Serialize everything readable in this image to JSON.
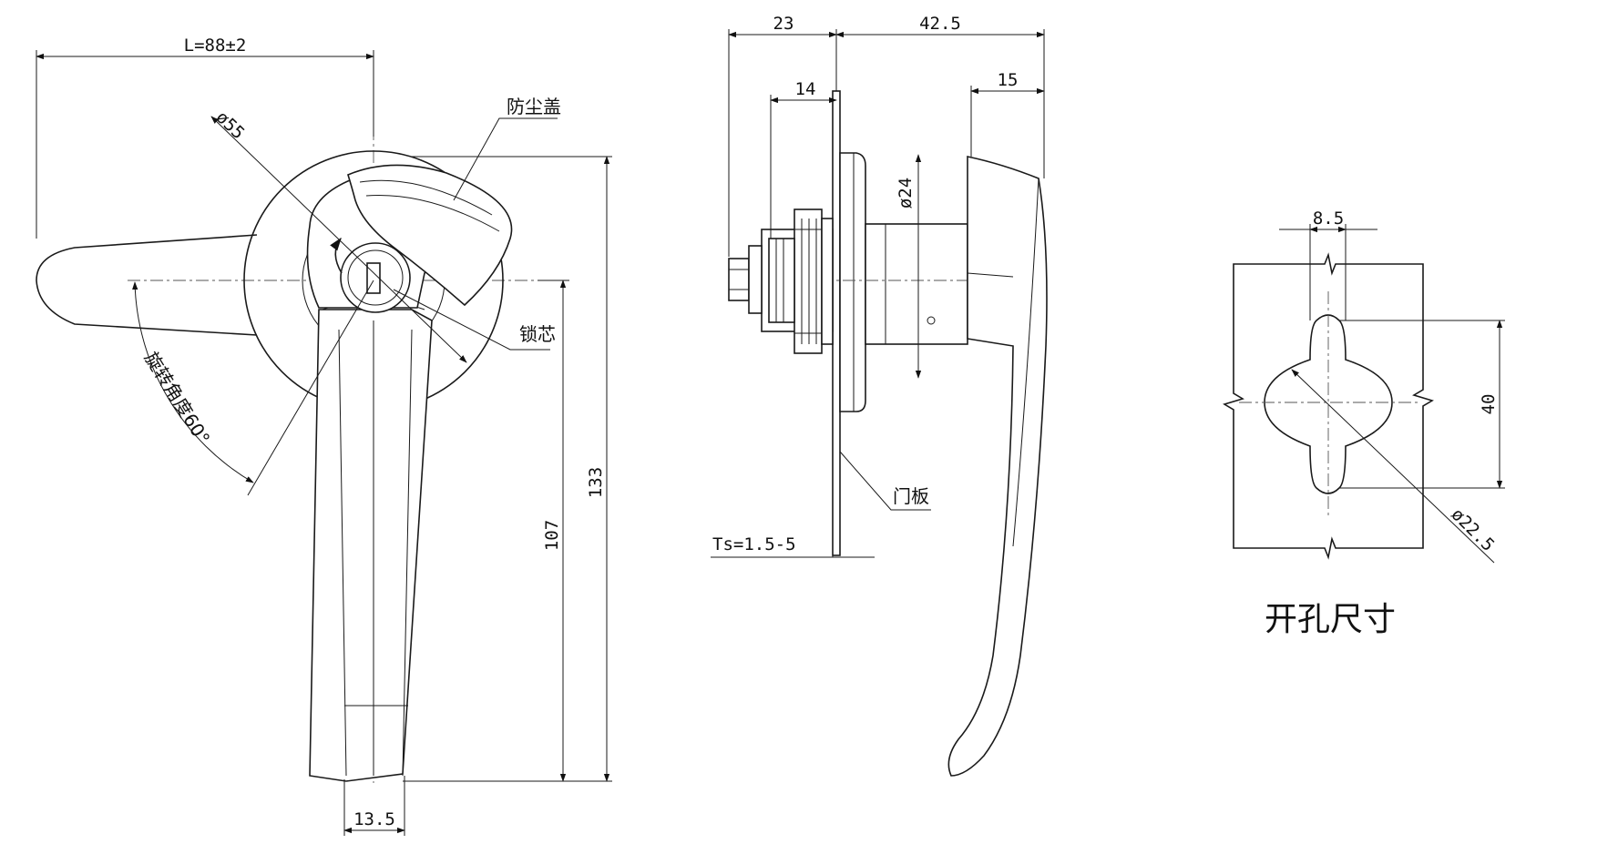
{
  "front_view": {
    "overall_length": "L=88±2",
    "cover_diameter": "ø55",
    "dust_cover_label": "防尘盖",
    "lock_core_label": "锁芯",
    "rotation_label": "旋转角度60°",
    "total_height": "133",
    "handle_height": "107",
    "handle_width": "13.5"
  },
  "side_view": {
    "depth_rear": "23",
    "depth_front": "42.5",
    "thread_length": "14",
    "grip_offset": "15",
    "boss_diameter": "ø24",
    "door_panel_label": "门板",
    "panel_thickness": "Ts=1.5-5"
  },
  "cutout_view": {
    "slot_width": "8.5",
    "slot_length": "40",
    "hole_diameter": "ø22.5",
    "title": "开孔尺寸"
  }
}
